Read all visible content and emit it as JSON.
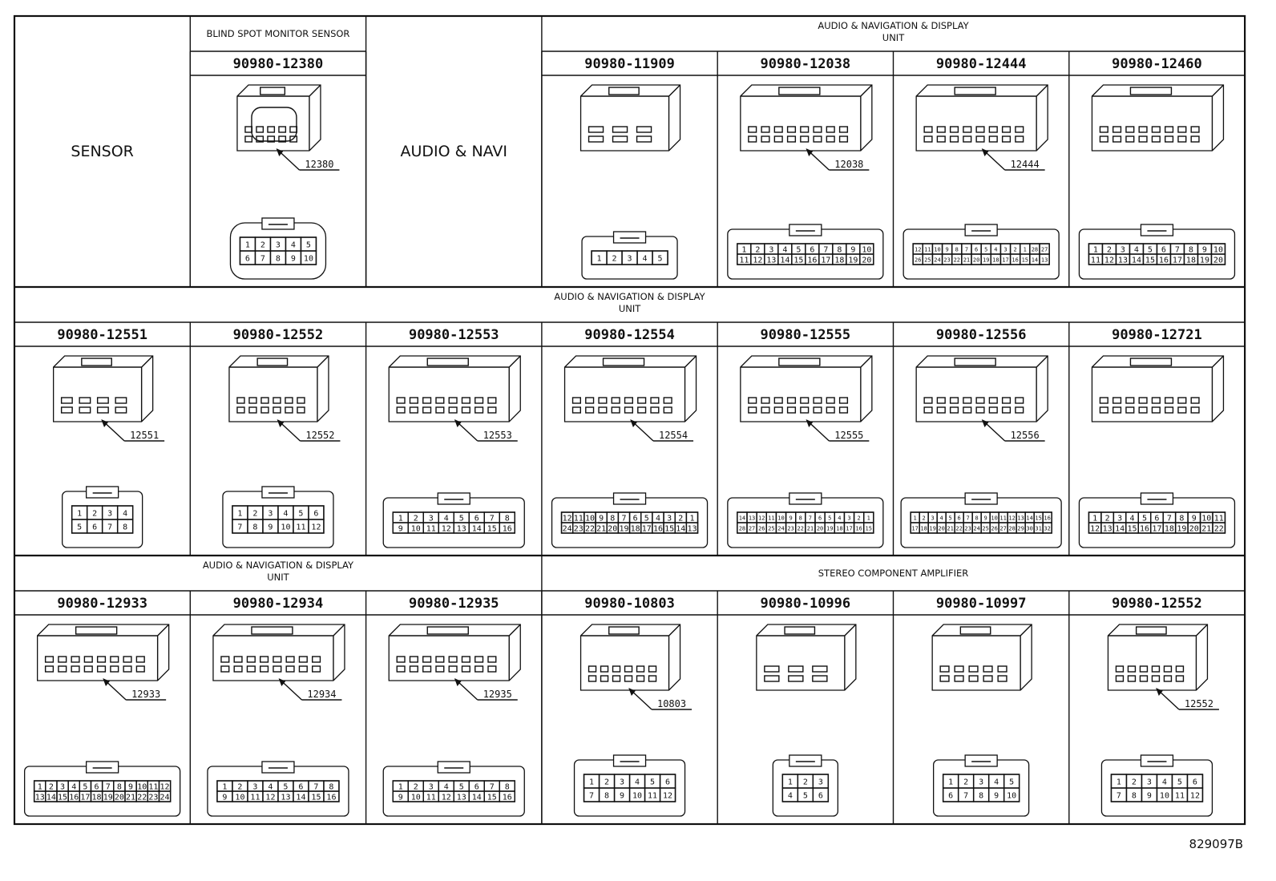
{
  "rows": [
    {
      "sections": [
        {
          "title": "",
          "span": 1
        },
        {
          "title": "BLIND SPOT MONITOR SENSOR",
          "span": 1
        },
        {
          "title": "",
          "span": 1
        },
        {
          "title": "AUDIO & NAVIGATION & DISPLAY\nUNIT",
          "span": 4
        }
      ],
      "cells": [
        {
          "type": "label",
          "label": "SENSOR"
        },
        {
          "type": "connector",
          "part_number": "90980-12380",
          "callout": "12380",
          "variant": "round",
          "pins": [
            "1",
            "2",
            "3",
            "4",
            "5",
            "6",
            "7",
            "8",
            "9",
            "10"
          ]
        },
        {
          "type": "label",
          "label": "AUDIO & NAVI"
        },
        {
          "type": "connector",
          "part_number": "90980-11909",
          "callout": "",
          "variant": "small",
          "pins": [
            "1",
            "2",
            "3",
            "4",
            "5"
          ]
        },
        {
          "type": "connector",
          "part_number": "90980-12038",
          "callout": "12038",
          "variant": "wide",
          "pins": [
            "1",
            "2",
            "3",
            "4",
            "5",
            "6",
            "7",
            "8",
            "9",
            "10",
            "11",
            "12",
            "13",
            "14",
            "15",
            "16",
            "17",
            "18",
            "19",
            "20"
          ]
        },
        {
          "type": "connector",
          "part_number": "90980-12444",
          "callout": "12444",
          "variant": "wide",
          "pins": [
            "12",
            "11",
            "10",
            "9",
            "8",
            "7",
            "6",
            "5",
            "4",
            "3",
            "2",
            "1",
            "28",
            "27",
            "26",
            "25",
            "24",
            "23",
            "22",
            "21",
            "20",
            "19",
            "18",
            "17",
            "16",
            "15",
            "14",
            "13"
          ]
        },
        {
          "type": "connector",
          "part_number": "90980-12460",
          "callout": "",
          "variant": "wide",
          "pins": [
            "1",
            "2",
            "3",
            "4",
            "5",
            "6",
            "7",
            "8",
            "9",
            "10",
            "11",
            "12",
            "13",
            "14",
            "15",
            "16",
            "17",
            "18",
            "19",
            "20"
          ]
        }
      ]
    },
    {
      "sections": [
        {
          "title": "AUDIO & NAVIGATION & DISPLAY\nUNIT",
          "span": 7
        }
      ],
      "cells": [
        {
          "type": "connector",
          "part_number": "90980-12551",
          "callout": "12551",
          "variant": "tall",
          "pins": [
            "1",
            "2",
            "3",
            "4",
            "5",
            "6",
            "7",
            "8"
          ]
        },
        {
          "type": "connector",
          "part_number": "90980-12552",
          "callout": "12552",
          "variant": "tall",
          "pins": [
            "1",
            "2",
            "3",
            "4",
            "5",
            "6",
            "7",
            "8",
            "9",
            "10",
            "11",
            "12"
          ]
        },
        {
          "type": "connector",
          "part_number": "90980-12553",
          "callout": "12553",
          "variant": "wide",
          "pins": [
            "1",
            "2",
            "3",
            "4",
            "5",
            "6",
            "7",
            "8",
            "9",
            "10",
            "11",
            "12",
            "13",
            "14",
            "15",
            "16"
          ]
        },
        {
          "type": "connector",
          "part_number": "90980-12554",
          "callout": "12554",
          "variant": "wide",
          "pins": [
            "12",
            "11",
            "10",
            "9",
            "8",
            "7",
            "6",
            "5",
            "4",
            "3",
            "2",
            "1",
            "24",
            "23",
            "22",
            "21",
            "20",
            "19",
            "18",
            "17",
            "16",
            "15",
            "14",
            "13"
          ]
        },
        {
          "type": "connector",
          "part_number": "90980-12555",
          "callout": "12555",
          "variant": "wide",
          "pins": [
            "14",
            "13",
            "12",
            "11",
            "10",
            "9",
            "8",
            "7",
            "6",
            "5",
            "4",
            "3",
            "2",
            "1",
            "28",
            "27",
            "26",
            "25",
            "24",
            "23",
            "22",
            "21",
            "20",
            "19",
            "18",
            "17",
            "16",
            "15"
          ]
        },
        {
          "type": "connector",
          "part_number": "90980-12556",
          "callout": "12556",
          "variant": "wide",
          "pins": [
            "1",
            "2",
            "3",
            "4",
            "5",
            "6",
            "7",
            "8",
            "9",
            "10",
            "11",
            "12",
            "13",
            "14",
            "15",
            "16",
            "17",
            "18",
            "19",
            "20",
            "21",
            "22",
            "23",
            "24",
            "25",
            "26",
            "27",
            "28",
            "29",
            "30",
            "31",
            "32"
          ]
        },
        {
          "type": "connector",
          "part_number": "90980-12721",
          "callout": "",
          "variant": "block",
          "pins": [
            "1",
            "2",
            "3",
            "4",
            "5",
            "6",
            "7",
            "8",
            "9",
            "10",
            "11",
            "12",
            "13",
            "14",
            "15",
            "16",
            "17",
            "18",
            "19",
            "20",
            "21",
            "22"
          ]
        }
      ]
    },
    {
      "sections": [
        {
          "title": "AUDIO & NAVIGATION & DISPLAY\nUNIT",
          "span": 3
        },
        {
          "title": "STEREO COMPONENT AMPLIFIER",
          "span": 4
        }
      ],
      "cells": [
        {
          "type": "connector",
          "part_number": "90980-12933",
          "callout": "12933",
          "variant": "flat",
          "pins": [
            "1",
            "2",
            "3",
            "4",
            "5",
            "6",
            "7",
            "8",
            "9",
            "10",
            "11",
            "12",
            "13",
            "14",
            "15",
            "16",
            "17",
            "18",
            "19",
            "20",
            "21",
            "22",
            "23",
            "24"
          ]
        },
        {
          "type": "connector",
          "part_number": "90980-12934",
          "callout": "12934",
          "variant": "flat",
          "pins": [
            "1",
            "2",
            "3",
            "4",
            "5",
            "6",
            "7",
            "8",
            "9",
            "10",
            "11",
            "12",
            "13",
            "14",
            "15",
            "16"
          ]
        },
        {
          "type": "connector",
          "part_number": "90980-12935",
          "callout": "12935",
          "variant": "flat",
          "pins": [
            "1",
            "2",
            "3",
            "4",
            "5",
            "6",
            "7",
            "8",
            "9",
            "10",
            "11",
            "12",
            "13",
            "14",
            "15",
            "16"
          ]
        },
        {
          "type": "connector",
          "part_number": "90980-10803",
          "callout": "10803",
          "variant": "small",
          "pins": [
            "1",
            "2",
            "3",
            "4",
            "5",
            "6",
            "7",
            "8",
            "9",
            "10",
            "11",
            "12"
          ]
        },
        {
          "type": "connector",
          "part_number": "90980-10996",
          "callout": "",
          "variant": "small",
          "pins": [
            "1",
            "2",
            "3",
            "4",
            "5",
            "6"
          ]
        },
        {
          "type": "connector",
          "part_number": "90980-10997",
          "callout": "",
          "variant": "small",
          "pins": [
            "1",
            "2",
            "3",
            "4",
            "5",
            "6",
            "7",
            "8",
            "9",
            "10"
          ]
        },
        {
          "type": "connector",
          "part_number": "90980-12552",
          "callout": "12552",
          "variant": "tall",
          "pins": [
            "1",
            "2",
            "3",
            "4",
            "5",
            "6",
            "7",
            "8",
            "9",
            "10",
            "11",
            "12"
          ]
        }
      ]
    }
  ],
  "reference": "829097B"
}
